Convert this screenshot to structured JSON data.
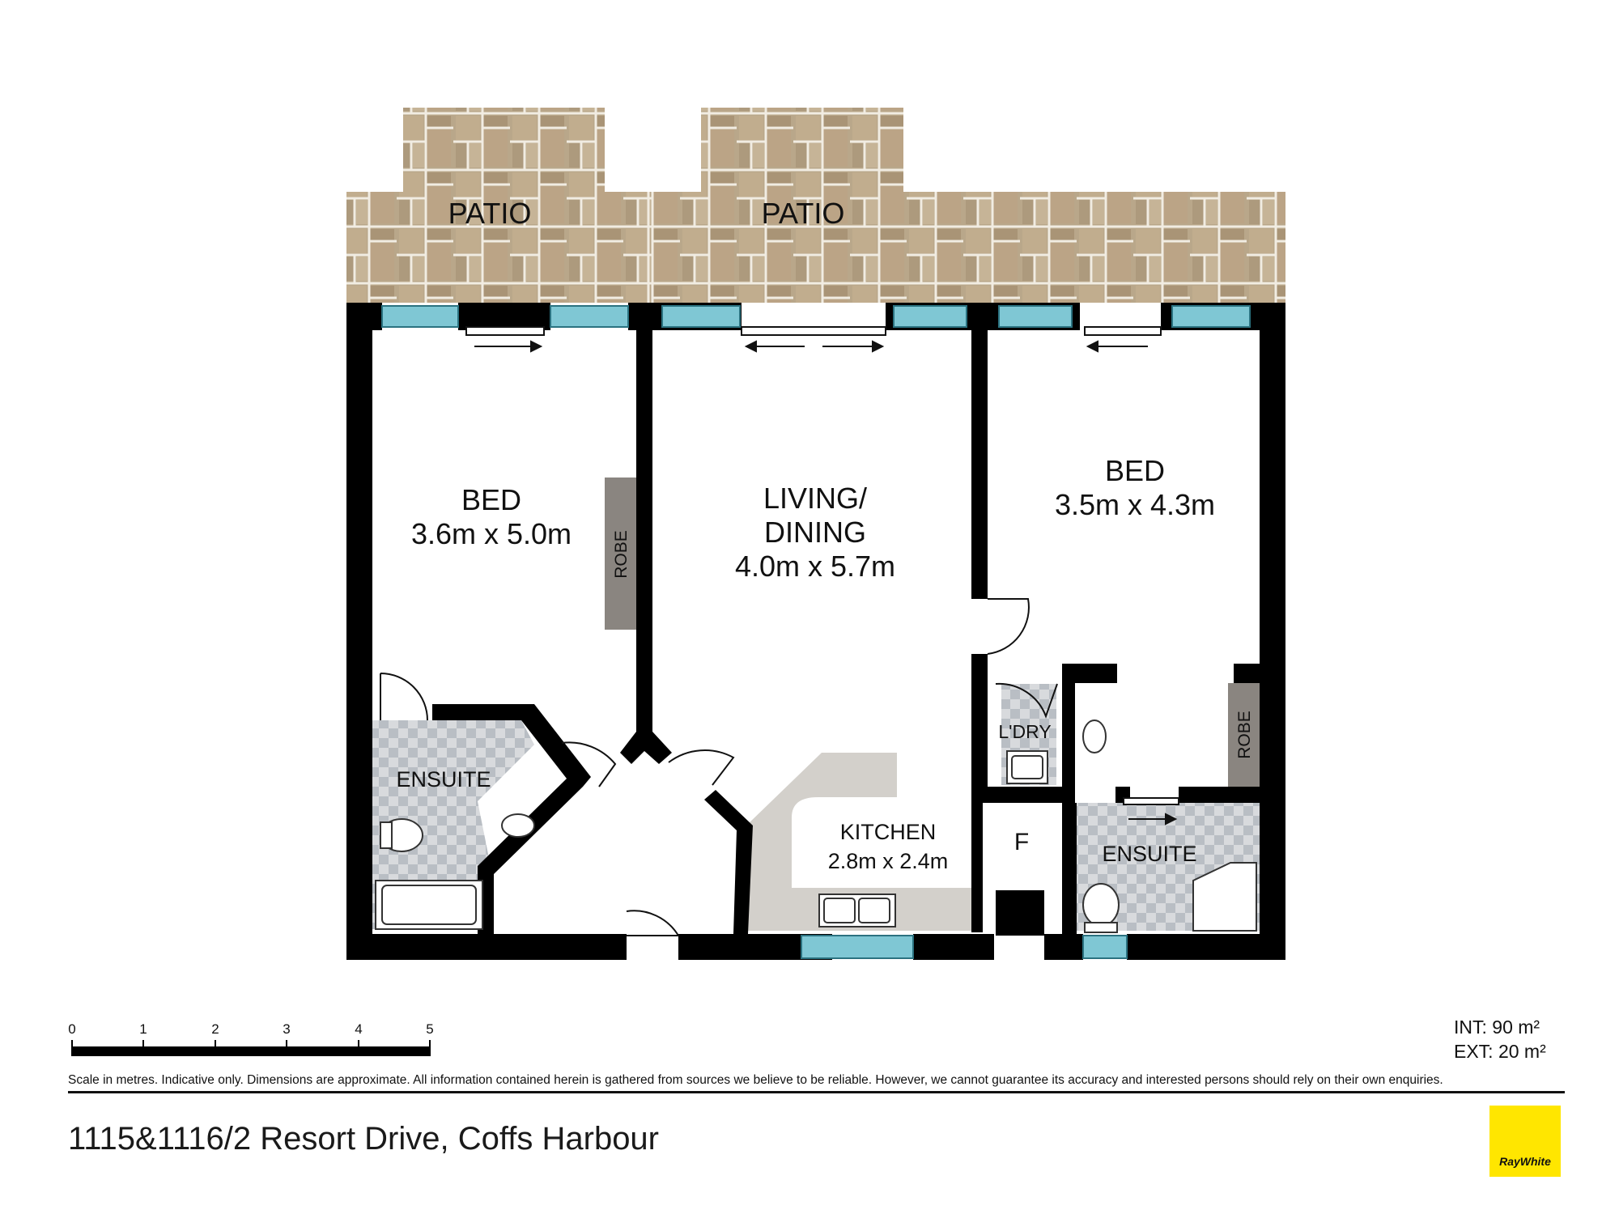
{
  "rooms": {
    "patio_left": "PATIO",
    "patio_right": "PATIO",
    "bed_left": {
      "name": "BED",
      "size": "3.6m x 5.0m"
    },
    "living": {
      "name_line1": "LIVING/",
      "name_line2": "DINING",
      "size": "4.0m x 5.7m"
    },
    "bed_right": {
      "name": "BED",
      "size": "3.5m x 4.3m"
    },
    "robe_left": "ROBE",
    "robe_right": "ROBE",
    "ensuite_left": "ENSUITE",
    "ensuite_right": "ENSUITE",
    "laundry": "L'DRY",
    "kitchen": {
      "name": "KITCHEN",
      "size": "2.8m x 2.4m"
    },
    "fridge": "F"
  },
  "scale": {
    "ticks": [
      "0",
      "1",
      "2",
      "3",
      "4",
      "5"
    ],
    "caption": "Scale in metres. Indicative only. Dimensions are approximate. All information contained herein is gathered from sources we believe to be reliable. However, we cannot guarantee its accuracy and interested persons should rely on their own enquiries."
  },
  "area": {
    "internal": "INT: 90 m²",
    "external": "EXT: 20 m²"
  },
  "address": "1115&1116/2 Resort Drive, Coffs Harbour",
  "logo_text": "RayWhite",
  "colors": {
    "wall": "#000000",
    "patio": "#b8a68a",
    "window": "#7fc7d4",
    "tile": "#c9ccd0",
    "robe": "#8a8580",
    "bench": "#d3d0cb"
  }
}
